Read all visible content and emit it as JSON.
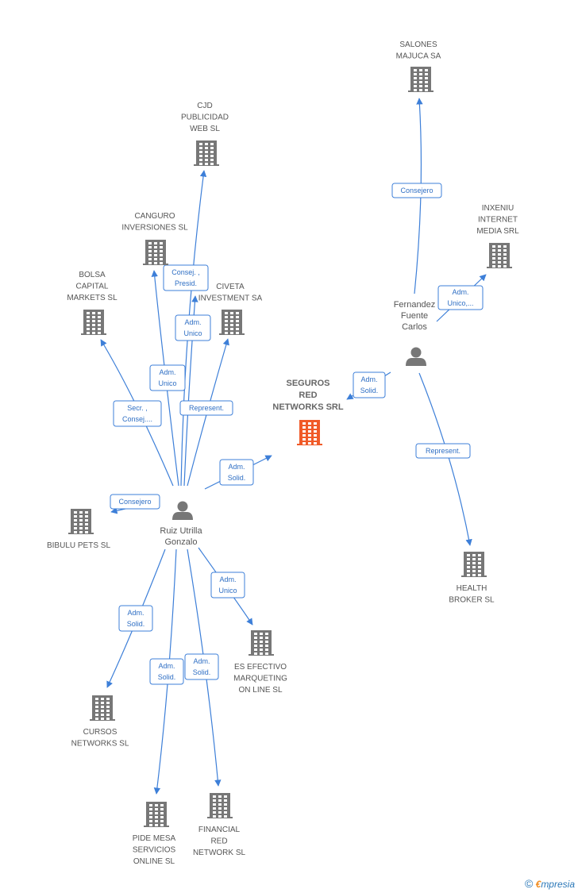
{
  "colors": {
    "edge": "#3d7fd8",
    "node_company": "#777777",
    "node_main": "#f05a28",
    "node_person": "#777777"
  },
  "nodes": [
    {
      "id": "seguros",
      "type": "company-main",
      "label": [
        "SEGUROS",
        "RED",
        "NETWORKS SRL"
      ],
      "icon": "building-icon"
    },
    {
      "id": "salones",
      "type": "company",
      "label": [
        "SALONES",
        "MAJUCA SA"
      ],
      "icon": "building-icon"
    },
    {
      "id": "cjd",
      "type": "company",
      "label": [
        "CJD",
        "PUBLICIDAD",
        "WEB SL"
      ],
      "icon": "building-icon"
    },
    {
      "id": "canguro",
      "type": "company",
      "label": [
        "CANGURO",
        "INVERSIONES SL"
      ],
      "icon": "building-icon"
    },
    {
      "id": "inxeniu",
      "type": "company",
      "label": [
        "INXENIU",
        "INTERNET",
        "MEDIA SRL"
      ],
      "icon": "building-icon"
    },
    {
      "id": "bolsa",
      "type": "company",
      "label": [
        "BOLSA",
        "CAPITAL",
        "MARKETS SL"
      ],
      "icon": "building-icon"
    },
    {
      "id": "civeta",
      "type": "company",
      "label": [
        "CIVETA",
        "INVESTMENT SA"
      ],
      "icon": "building-icon"
    },
    {
      "id": "bibulu",
      "type": "company",
      "label": [
        "BIBULU PETS SL"
      ],
      "icon": "building-icon"
    },
    {
      "id": "health",
      "type": "company",
      "label": [
        "HEALTH",
        "BROKER SL"
      ],
      "icon": "building-icon"
    },
    {
      "id": "esefectivo",
      "type": "company",
      "label": [
        "ES EFECTIVO",
        "MARQUETING",
        "ON LINE SL"
      ],
      "icon": "building-icon"
    },
    {
      "id": "cursos",
      "type": "company",
      "label": [
        "CURSOS",
        "NETWORKS SL"
      ],
      "icon": "building-icon"
    },
    {
      "id": "pidemesa",
      "type": "company",
      "label": [
        "PIDE MESA",
        "SERVICIOS",
        "ONLINE SL"
      ],
      "icon": "building-icon"
    },
    {
      "id": "financial",
      "type": "company",
      "label": [
        "FINANCIAL",
        "RED",
        "NETWORK SL"
      ],
      "icon": "building-icon"
    },
    {
      "id": "fernandez",
      "type": "person",
      "label": [
        "Fernandez",
        "Fuente",
        "Carlos"
      ],
      "icon": "person-icon"
    },
    {
      "id": "ruiz",
      "type": "person",
      "label": [
        "Ruiz Utrilla",
        "Gonzalo"
      ],
      "icon": "person-icon"
    }
  ],
  "edges": [
    {
      "from": "fernandez",
      "to": "salones",
      "label": [
        "Consejero"
      ]
    },
    {
      "from": "fernandez",
      "to": "inxeniu",
      "label": [
        "Adm.",
        "Unico,..."
      ]
    },
    {
      "from": "fernandez",
      "to": "seguros",
      "label": [
        "Adm.",
        "Solid."
      ]
    },
    {
      "from": "fernandez",
      "to": "health",
      "label": [
        "Represent."
      ]
    },
    {
      "from": "ruiz",
      "to": "cjd",
      "label": [
        "Consej. ,",
        "Presid."
      ]
    },
    {
      "from": "ruiz",
      "to": "canguro",
      "label": [
        "Adm.",
        "Unico"
      ]
    },
    {
      "from": "ruiz",
      "to": "civeta",
      "label": [
        "Adm.",
        "Unico"
      ]
    },
    {
      "from": "ruiz",
      "to": "bolsa",
      "label": [
        "Secr. ,",
        "Consej...."
      ]
    },
    {
      "from": "ruiz",
      "to": "civeta",
      "label": [
        "Represent."
      ]
    },
    {
      "from": "ruiz",
      "to": "seguros",
      "label": [
        "Adm.",
        "Solid."
      ]
    },
    {
      "from": "ruiz",
      "to": "bibulu",
      "label": [
        "Consejero"
      ]
    },
    {
      "from": "ruiz",
      "to": "esefectivo",
      "label": [
        "Adm.",
        "Unico"
      ]
    },
    {
      "from": "ruiz",
      "to": "cursos",
      "label": [
        "Adm.",
        "Solid."
      ]
    },
    {
      "from": "ruiz",
      "to": "pidemesa",
      "label": [
        "Adm.",
        "Solid."
      ]
    },
    {
      "from": "ruiz",
      "to": "financial",
      "label": [
        "Adm.",
        "Solid."
      ]
    }
  ],
  "footer": {
    "copyright_symbol": "©",
    "brand_first": "€",
    "brand_rest": "mpresia"
  }
}
